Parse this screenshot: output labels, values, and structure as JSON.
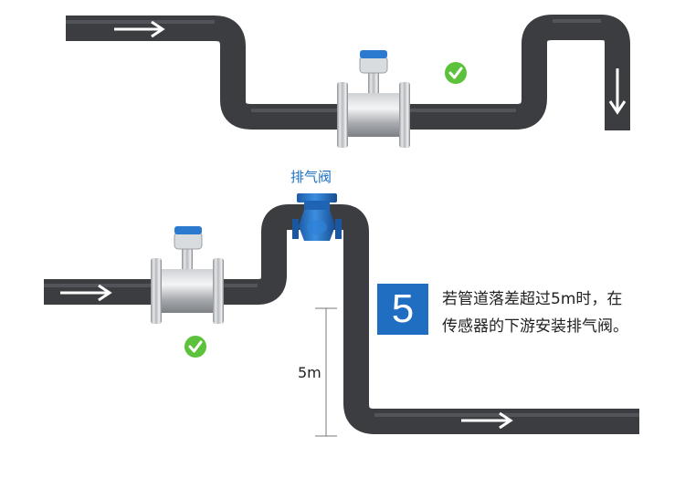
{
  "diagram": {
    "valve_label": "排气阀",
    "height_label": "5m",
    "step_number": "5",
    "note_line1": "若管道落差超过5m时，在",
    "note_line2": "传感器的下游安装排气阀。"
  },
  "colors": {
    "pipe": "#3b3d41",
    "valve": "#1f6ec2",
    "check": "#5cc23b",
    "badge": "#1f6ec2"
  }
}
